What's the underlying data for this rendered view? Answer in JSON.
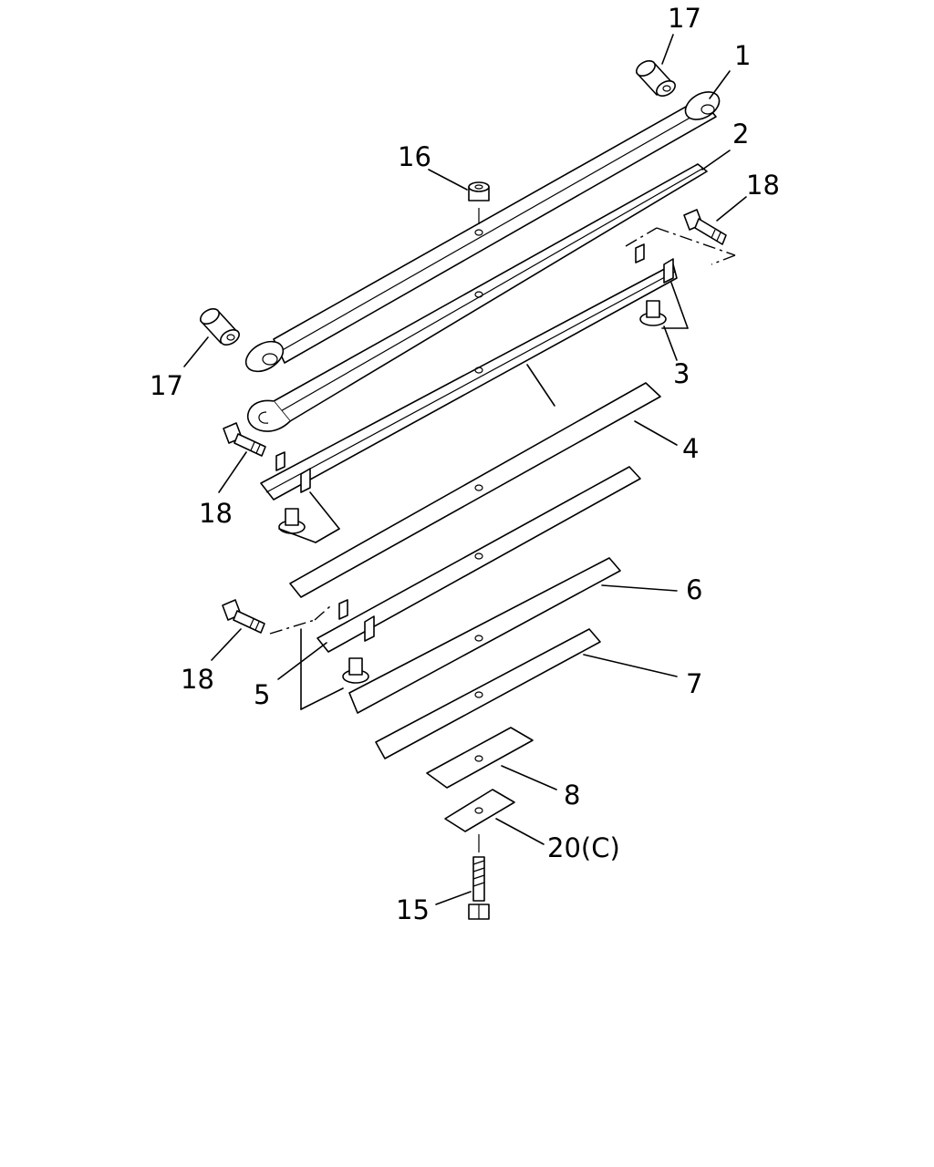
{
  "callouts": {
    "c1": "1",
    "c2": "2",
    "c3": "3",
    "c4": "4",
    "c5": "5",
    "c6": "6",
    "c7": "7",
    "c8": "8",
    "c15": "15",
    "c16": "16",
    "c17_top": "17",
    "c17_left": "17",
    "c18_right": "18",
    "c18_upper_left": "18",
    "c18_lower_left": "18",
    "c20": "20(C)"
  }
}
